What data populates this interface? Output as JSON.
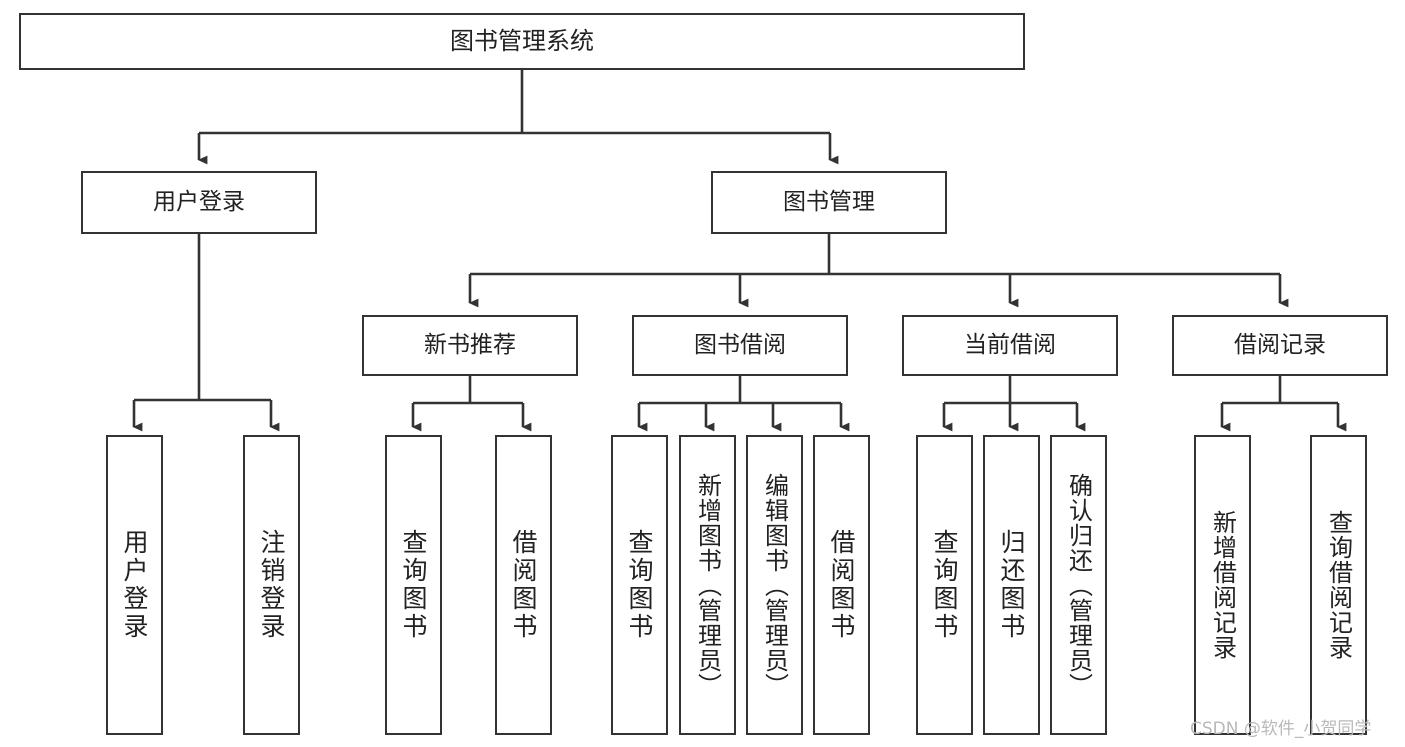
{
  "diagram": {
    "type": "tree-hierarchy-chart",
    "title": "图书管理系统",
    "colors": {
      "box_border": "#333333",
      "box_fill": "#ffffff",
      "edge": "#333333",
      "text": "#222222",
      "watermark": "#b9b9b9",
      "background": "#ffffff"
    },
    "nodes": {
      "root": {
        "label": "图书管理系统"
      },
      "level2": [
        {
          "id": "user-login",
          "label": "用户登录"
        },
        {
          "id": "book-management",
          "label": "图书管理"
        }
      ],
      "level3": [
        {
          "id": "new-book-recommend",
          "label": "新书推荐"
        },
        {
          "id": "book-borrow",
          "label": "图书借阅"
        },
        {
          "id": "current-borrow",
          "label": "当前借阅"
        },
        {
          "id": "borrow-record",
          "label": "借阅记录"
        }
      ],
      "leaves": {
        "user-login": [
          {
            "id": "leaf-user-login",
            "label": "用户登录"
          },
          {
            "id": "leaf-logout-login",
            "label": "注销登录"
          }
        ],
        "new-book-recommend": [
          {
            "id": "leaf-query-book-1",
            "label": "查询图书"
          },
          {
            "id": "leaf-borrow-book-1",
            "label": "借阅图书"
          }
        ],
        "book-borrow": [
          {
            "id": "leaf-query-book-2",
            "label": "查询图书"
          },
          {
            "id": "leaf-add-book",
            "label": "新增图书（管理员）"
          },
          {
            "id": "leaf-edit-book",
            "label": "编辑图书（管理员）"
          },
          {
            "id": "leaf-borrow-book-2",
            "label": "借阅图书"
          }
        ],
        "current-borrow": [
          {
            "id": "leaf-query-book-3",
            "label": "查询图书"
          },
          {
            "id": "leaf-return-book",
            "label": "归还图书"
          },
          {
            "id": "leaf-confirm-return",
            "label": "确认归还（管理员）"
          }
        ],
        "borrow-record": [
          {
            "id": "leaf-add-record",
            "label": "新增借阅记录"
          },
          {
            "id": "leaf-query-record",
            "label": "查询借阅记录"
          }
        ]
      }
    },
    "watermark": "CSDN @软件_小贺同学"
  }
}
